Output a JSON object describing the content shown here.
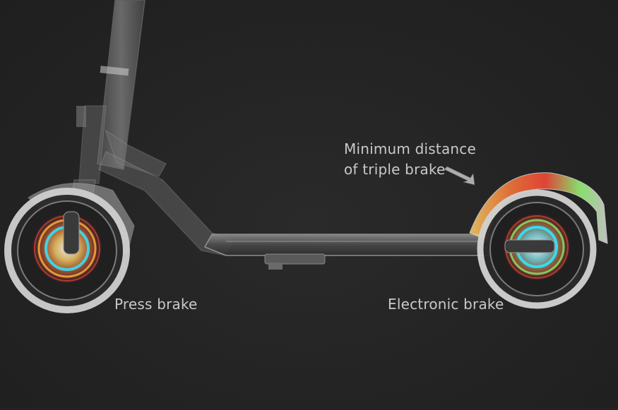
{
  "labels": {
    "front_brake": "Press brake",
    "rear_brake": "Electronic brake",
    "headline_line1": "Minimum distance",
    "headline_line2": "of triple brake"
  },
  "colors": {
    "background": "#232323",
    "text": "#c9c9c9",
    "frame": "#9a9a9a",
    "tire": "#cfcfcf",
    "glow_cyan": "#2fe6ff",
    "glow_orange": "#ffb43a",
    "glow_red": "#ff4a3a",
    "glow_green": "#8fff7a"
  },
  "icons": {
    "pointer": "arrow-down-right-icon"
  }
}
